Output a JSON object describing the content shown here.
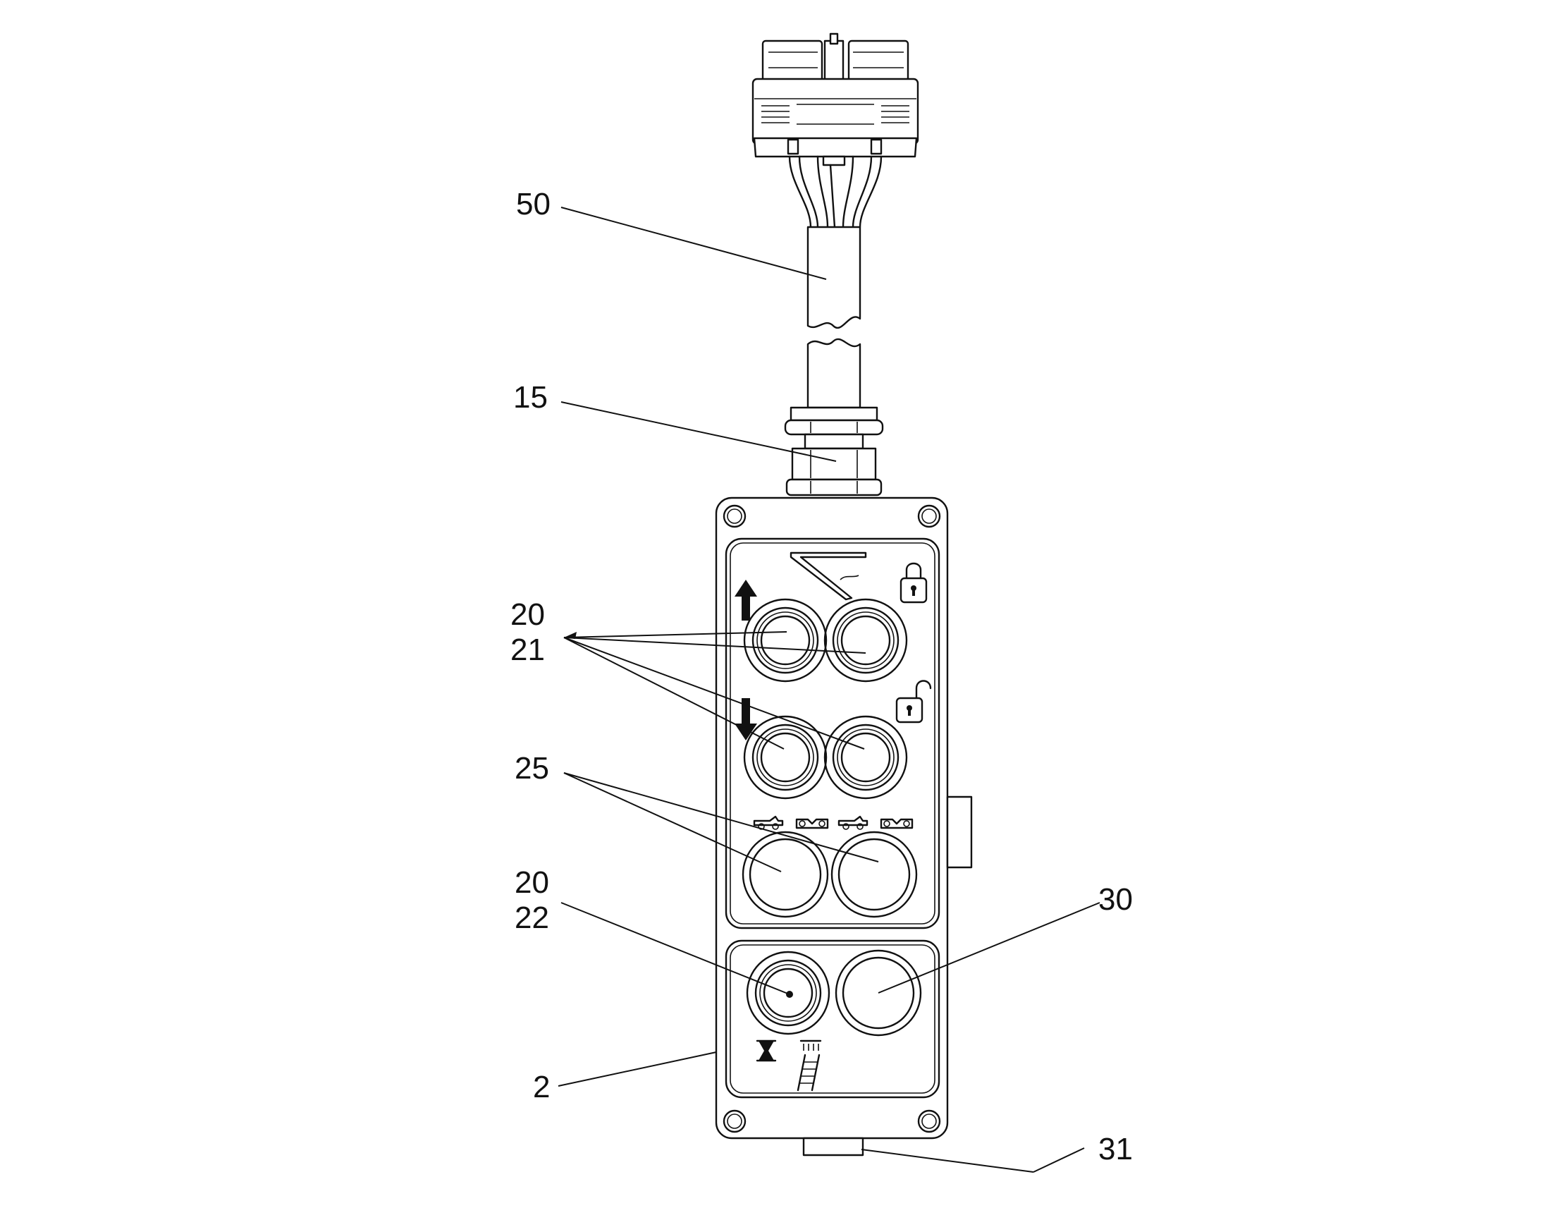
{
  "figure": {
    "reference_numerals": [
      {
        "id": "50",
        "text": "50"
      },
      {
        "id": "15",
        "text": "15"
      },
      {
        "id": "20a",
        "text": "20"
      },
      {
        "id": "21",
        "text": "21"
      },
      {
        "id": "25",
        "text": "25"
      },
      {
        "id": "20b",
        "text": "20"
      },
      {
        "id": "22",
        "text": "22"
      },
      {
        "id": "30",
        "text": "30"
      },
      {
        "id": "2",
        "text": "2"
      },
      {
        "id": "31",
        "text": "31"
      }
    ],
    "parts": {
      "connector_plug": "multi-pin connector",
      "cable": "cable",
      "cable_gland": "cable gland",
      "housing": "pendant housing",
      "buttons_21": "illuminated push buttons",
      "buttons_25": "push buttons",
      "button_22": "illuminated push button",
      "button_30": "push button",
      "side_part_31": "bottom fitting"
    },
    "icons": [
      "ramp-icon",
      "padlock-closed-icon",
      "padlock-open-icon",
      "arrow-up-icon",
      "arrow-down-icon",
      "vehicle-symbol-icons",
      "hourglass-icon",
      "lamp-ladder-icon"
    ]
  }
}
